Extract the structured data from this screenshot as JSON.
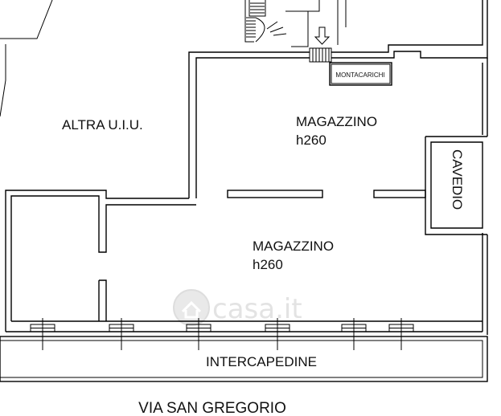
{
  "plan": {
    "rooms": {
      "other_unit": "ALTRA U.I.U.",
      "storage_upper": {
        "name": "MAGAZZINO",
        "height": "h260"
      },
      "storage_lower": {
        "name": "MAGAZZINO",
        "height": "h260"
      },
      "lightwell": "CAVEDIO",
      "freight_lift": "MONTACARICHI",
      "cavity": "INTERCAPEDINE"
    },
    "street": "VIA SAN GREGORIO",
    "watermark": "casa.it",
    "colors": {
      "line": "#000000",
      "watermark": "#e3e3e3"
    }
  }
}
